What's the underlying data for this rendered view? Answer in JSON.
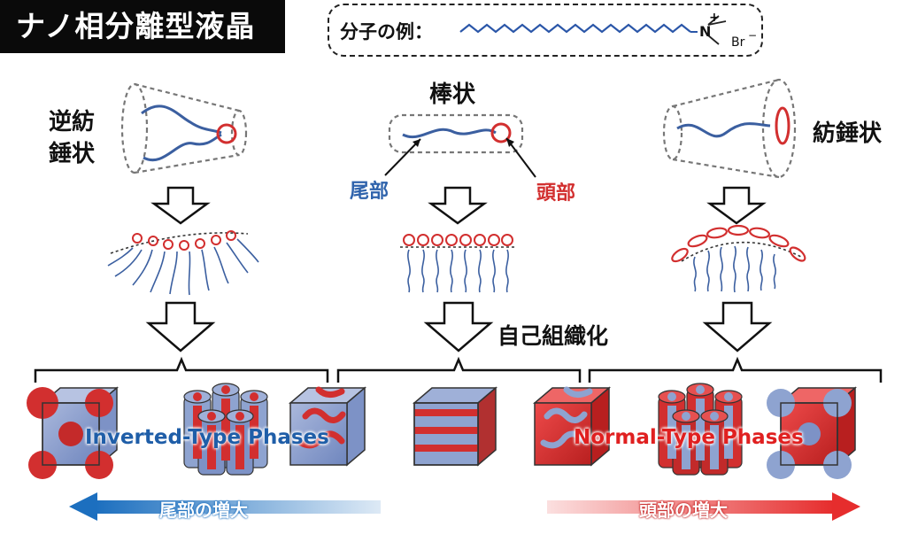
{
  "header": {
    "title": "ナノ相分離型液晶"
  },
  "example": {
    "label": "分子の例：",
    "charge": "+",
    "counterion": "Br",
    "counterion_charge": "−",
    "nitrogen": "N"
  },
  "shapes": {
    "inverse_cone": {
      "line1": "逆紡",
      "line2": "錘状"
    },
    "rod": "棒状",
    "cone": "紡錘状"
  },
  "parts": {
    "tail": "尾部",
    "head": "頭部"
  },
  "self_assembly": "自己組織化",
  "phases": {
    "inverted": "Inverted-Type Phases",
    "normal": "Normal-Type Phases"
  },
  "growth": {
    "tail": "尾部の増大",
    "head": "頭部の増大"
  },
  "colors": {
    "red": "#d22f2f",
    "blue": "#3b5fa0",
    "cube_blue": "#8ea3d0",
    "arrow_blue": "#1c6fbf",
    "arrow_red": "#e62d2d"
  }
}
